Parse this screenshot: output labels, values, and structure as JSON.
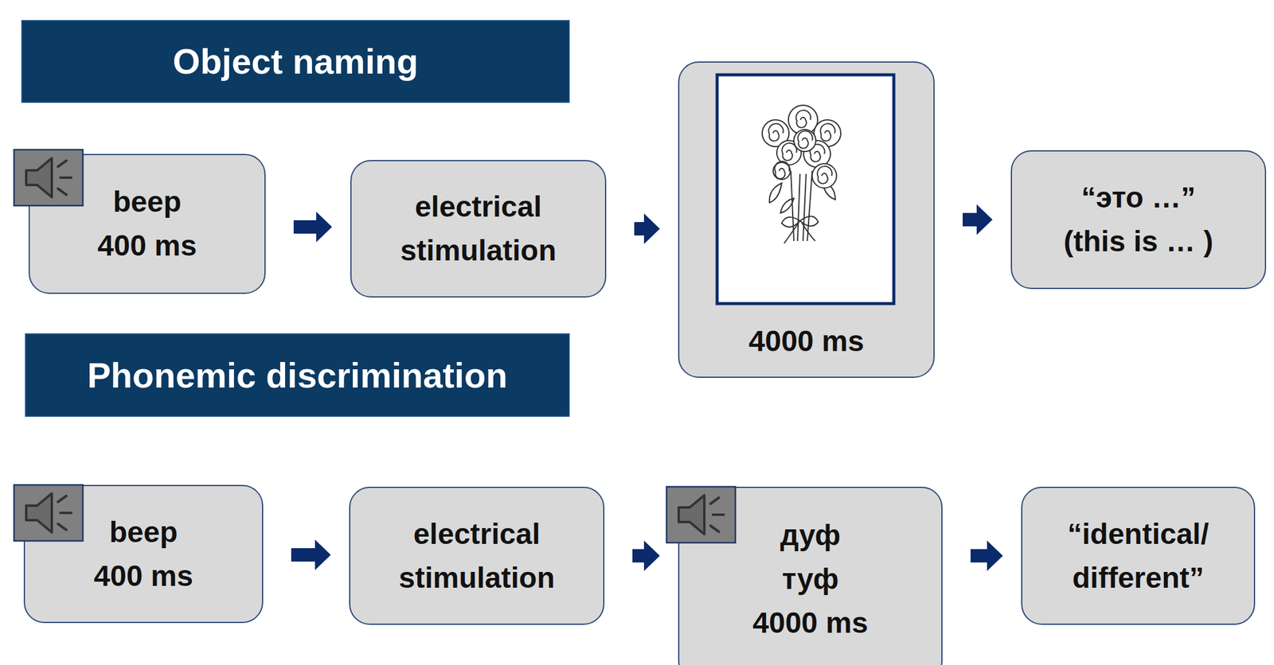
{
  "diagram": {
    "nodes": [
      {
        "text": [
          "Object naming"
        ]
      },
      {
        "text": [
          "beep 400 ms"
        ]
      },
      {
        "text": [
          "electrical stimulation"
        ]
      },
      {
        "text": [
          "4000 ms"
        ]
      },
      {
        "text": [
          "“это …”",
          "(this is … )"
        ]
      },
      {
        "text": [
          "Phonemic discrimination"
        ]
      },
      {
        "text": [
          "beep 400 ms"
        ]
      },
      {
        "text": [
          "electrical stimulation"
        ]
      },
      {
        "text": [
          "дуф",
          "туф",
          "4000 ms"
        ]
      },
      {
        "text": [
          "“identical/ different”"
        ]
      }
    ],
    "edges": [
      {
        "from": 1,
        "to": 2,
        "arrow": "to"
      },
      {
        "from": 2,
        "to": 3,
        "arrow": "to"
      },
      {
        "from": 3,
        "to": 4,
        "arrow": "to"
      },
      {
        "from": 6,
        "to": 7,
        "arrow": "to"
      },
      {
        "from": 7,
        "to": 8,
        "arrow": "to"
      },
      {
        "from": 8,
        "to": 9,
        "arrow": "to"
      }
    ]
  }
}
